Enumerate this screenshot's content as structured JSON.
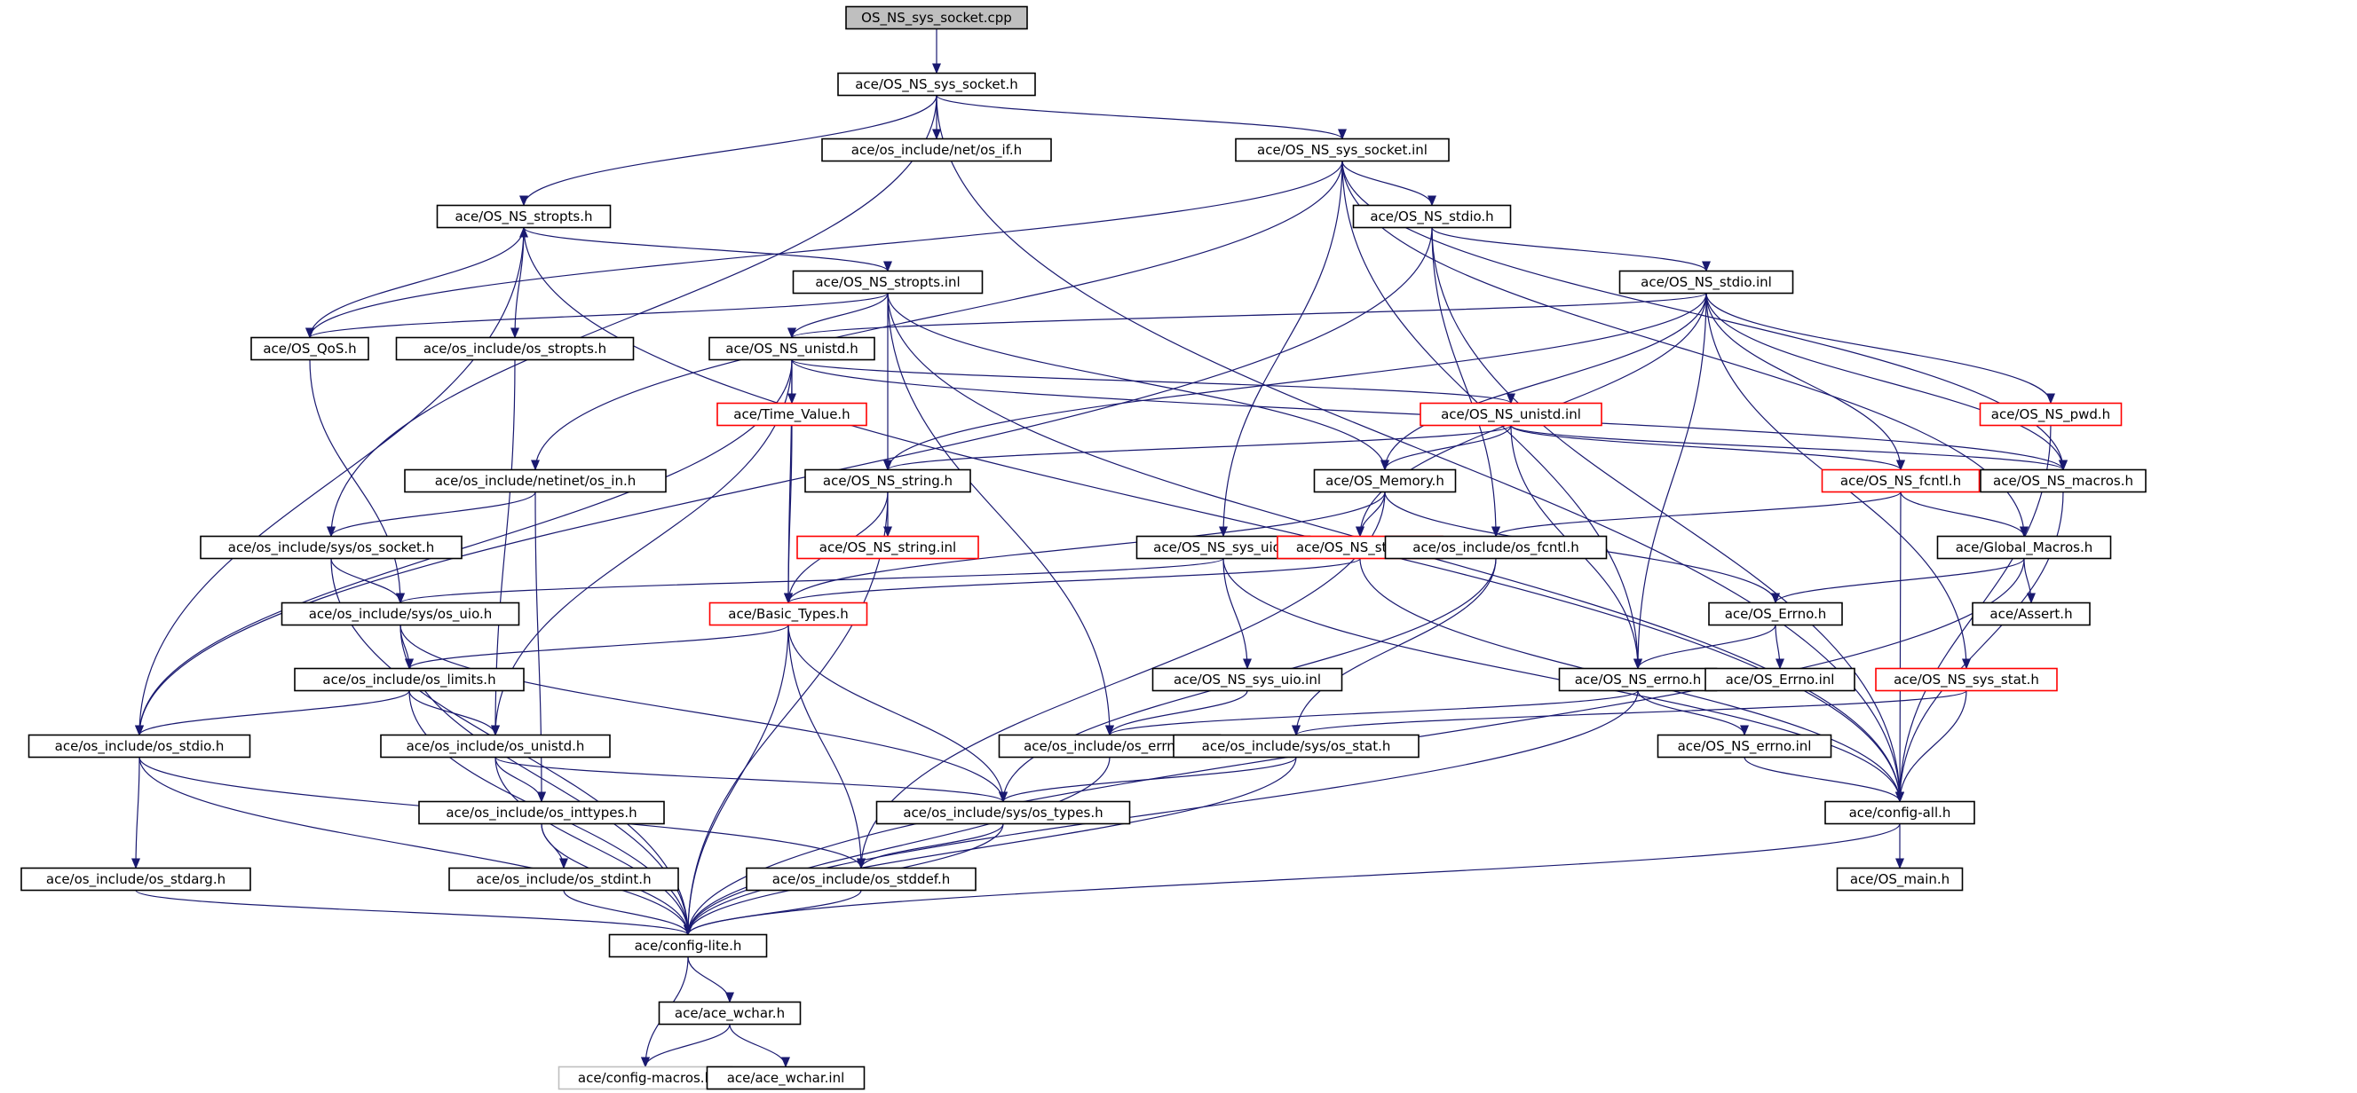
{
  "colors": {
    "edge": "#191970",
    "border_default": "#000000",
    "border_red": "#ff0000",
    "border_gray": "#bfbfbf",
    "root_fill": "#bfbfbf",
    "fill": "#ffffff"
  },
  "nodes": [
    {
      "id": "n0",
      "label": "OS_NS_sys_socket.cpp",
      "style": "root"
    },
    {
      "id": "n1",
      "label": "ace/OS_NS_sys_socket.h",
      "style": "default"
    },
    {
      "id": "n2",
      "label": "ace/os_include/net/os_if.h",
      "style": "default"
    },
    {
      "id": "n3",
      "label": "ace/OS_NS_sys_socket.inl",
      "style": "default"
    },
    {
      "id": "n4",
      "label": "ace/OS_NS_stropts.h",
      "style": "default"
    },
    {
      "id": "n5",
      "label": "ace/OS_NS_stdio.h",
      "style": "default"
    },
    {
      "id": "n6",
      "label": "ace/OS_NS_stropts.inl",
      "style": "default"
    },
    {
      "id": "n7",
      "label": "ace/OS_NS_stdio.inl",
      "style": "default"
    },
    {
      "id": "n8",
      "label": "ace/OS_QoS.h",
      "style": "default"
    },
    {
      "id": "n9",
      "label": "ace/os_include/os_stropts.h",
      "style": "default"
    },
    {
      "id": "n10",
      "label": "ace/OS_NS_unistd.h",
      "style": "default"
    },
    {
      "id": "n11",
      "label": "ace/Time_Value.h",
      "style": "red"
    },
    {
      "id": "n12",
      "label": "ace/OS_NS_unistd.inl",
      "style": "red"
    },
    {
      "id": "n13",
      "label": "ace/OS_NS_pwd.h",
      "style": "red"
    },
    {
      "id": "n14",
      "label": "ace/os_include/netinet/os_in.h",
      "style": "default"
    },
    {
      "id": "n15",
      "label": "ace/OS_NS_string.h",
      "style": "default"
    },
    {
      "id": "n16",
      "label": "ace/OS_Memory.h",
      "style": "default"
    },
    {
      "id": "n17",
      "label": "ace/OS_NS_fcntl.h",
      "style": "red"
    },
    {
      "id": "n18",
      "label": "ace/OS_NS_macros.h",
      "style": "default"
    },
    {
      "id": "n19",
      "label": "ace/os_include/sys/os_socket.h",
      "style": "default"
    },
    {
      "id": "n20",
      "label": "ace/OS_NS_string.inl",
      "style": "red"
    },
    {
      "id": "n21",
      "label": "ace/OS_NS_sys_uio.h",
      "style": "default"
    },
    {
      "id": "n22",
      "label": "ace/OS_NS_stdlib.h",
      "style": "red"
    },
    {
      "id": "n23",
      "label": "ace/os_include/os_fcntl.h",
      "style": "default"
    },
    {
      "id": "n24",
      "label": "ace/Global_Macros.h",
      "style": "default"
    },
    {
      "id": "n25",
      "label": "ace/os_include/sys/os_uio.h",
      "style": "default"
    },
    {
      "id": "n26",
      "label": "ace/Basic_Types.h",
      "style": "red"
    },
    {
      "id": "n27",
      "label": "ace/OS_Errno.h",
      "style": "default"
    },
    {
      "id": "n28",
      "label": "ace/Assert.h",
      "style": "default"
    },
    {
      "id": "n29",
      "label": "ace/os_include/os_limits.h",
      "style": "default"
    },
    {
      "id": "n30",
      "label": "ace/OS_NS_sys_uio.inl",
      "style": "default"
    },
    {
      "id": "n31",
      "label": "ace/OS_NS_errno.h",
      "style": "default"
    },
    {
      "id": "n32",
      "label": "ace/OS_Errno.inl",
      "style": "default"
    },
    {
      "id": "n33",
      "label": "ace/OS_NS_sys_stat.h",
      "style": "red"
    },
    {
      "id": "n34",
      "label": "ace/os_include/os_stdio.h",
      "style": "default"
    },
    {
      "id": "n35",
      "label": "ace/os_include/os_unistd.h",
      "style": "default"
    },
    {
      "id": "n36",
      "label": "ace/os_include/os_errno.h",
      "style": "default"
    },
    {
      "id": "n37",
      "label": "ace/os_include/sys/os_stat.h",
      "style": "default"
    },
    {
      "id": "n38",
      "label": "ace/OS_NS_errno.inl",
      "style": "default"
    },
    {
      "id": "n39",
      "label": "ace/os_include/os_inttypes.h",
      "style": "default"
    },
    {
      "id": "n40",
      "label": "ace/os_include/sys/os_types.h",
      "style": "default"
    },
    {
      "id": "n41",
      "label": "ace/config-all.h",
      "style": "default"
    },
    {
      "id": "n42",
      "label": "ace/os_include/os_stdarg.h",
      "style": "default"
    },
    {
      "id": "n43",
      "label": "ace/os_include/os_stdint.h",
      "style": "default"
    },
    {
      "id": "n44",
      "label": "ace/os_include/os_stddef.h",
      "style": "default"
    },
    {
      "id": "n45",
      "label": "ace/OS_main.h",
      "style": "default"
    },
    {
      "id": "n46",
      "label": "ace/config-lite.h",
      "style": "default"
    },
    {
      "id": "n47",
      "label": "ace/ace_wchar.h",
      "style": "default"
    },
    {
      "id": "n48",
      "label": "ace/config-macros.h",
      "style": "gray"
    },
    {
      "id": "n49",
      "label": "ace/ace_wchar.inl",
      "style": "default"
    }
  ],
  "edges": [
    [
      "n0",
      "n1"
    ],
    [
      "n1",
      "n2"
    ],
    [
      "n1",
      "n3"
    ],
    [
      "n1",
      "n4"
    ],
    [
      "n1",
      "n19"
    ],
    [
      "n1",
      "n41"
    ],
    [
      "n3",
      "n5"
    ],
    [
      "n3",
      "n8"
    ],
    [
      "n3",
      "n14"
    ],
    [
      "n3",
      "n21"
    ],
    [
      "n3",
      "n18"
    ],
    [
      "n3",
      "n31"
    ],
    [
      "n3",
      "n24"
    ],
    [
      "n4",
      "n6"
    ],
    [
      "n4",
      "n9"
    ],
    [
      "n4",
      "n34"
    ],
    [
      "n4",
      "n41"
    ],
    [
      "n5",
      "n7"
    ],
    [
      "n5",
      "n34"
    ],
    [
      "n5",
      "n23"
    ],
    [
      "n5",
      "n41"
    ],
    [
      "n6",
      "n10"
    ],
    [
      "n6",
      "n15"
    ],
    [
      "n6",
      "n16"
    ],
    [
      "n6",
      "n36"
    ],
    [
      "n6",
      "n8"
    ],
    [
      "n6",
      "n41"
    ],
    [
      "n7",
      "n10"
    ],
    [
      "n7",
      "n15"
    ],
    [
      "n7",
      "n16"
    ],
    [
      "n7",
      "n17"
    ],
    [
      "n7",
      "n18"
    ],
    [
      "n7",
      "n13"
    ],
    [
      "n7",
      "n22"
    ],
    [
      "n7",
      "n31"
    ],
    [
      "n7",
      "n33"
    ],
    [
      "n8",
      "n4"
    ],
    [
      "n8",
      "n25"
    ],
    [
      "n9",
      "n35"
    ],
    [
      "n10",
      "n11"
    ],
    [
      "n10",
      "n12"
    ],
    [
      "n10",
      "n26"
    ],
    [
      "n10",
      "n34"
    ],
    [
      "n10",
      "n35"
    ],
    [
      "n10",
      "n18"
    ],
    [
      "n11",
      "n26"
    ],
    [
      "n12",
      "n15"
    ],
    [
      "n12",
      "n16"
    ],
    [
      "n12",
      "n17"
    ],
    [
      "n12",
      "n18"
    ],
    [
      "n12",
      "n31"
    ],
    [
      "n13",
      "n41"
    ],
    [
      "n14",
      "n19"
    ],
    [
      "n14",
      "n39"
    ],
    [
      "n15",
      "n20"
    ],
    [
      "n15",
      "n26"
    ],
    [
      "n15",
      "n46"
    ],
    [
      "n16",
      "n22"
    ],
    [
      "n16",
      "n26"
    ],
    [
      "n16",
      "n27"
    ],
    [
      "n16",
      "n44"
    ],
    [
      "n17",
      "n23"
    ],
    [
      "n17",
      "n24"
    ],
    [
      "n17",
      "n41"
    ],
    [
      "n18",
      "n41"
    ],
    [
      "n19",
      "n25"
    ],
    [
      "n19",
      "n46"
    ],
    [
      "n21",
      "n25"
    ],
    [
      "n21",
      "n30"
    ],
    [
      "n21",
      "n41"
    ],
    [
      "n22",
      "n26"
    ],
    [
      "n22",
      "n41"
    ],
    [
      "n23",
      "n37"
    ],
    [
      "n23",
      "n40"
    ],
    [
      "n24",
      "n27"
    ],
    [
      "n24",
      "n28"
    ],
    [
      "n24",
      "n46"
    ],
    [
      "n25",
      "n29"
    ],
    [
      "n25",
      "n40"
    ],
    [
      "n25",
      "n46"
    ],
    [
      "n26",
      "n29"
    ],
    [
      "n26",
      "n40"
    ],
    [
      "n26",
      "n44"
    ],
    [
      "n26",
      "n46"
    ],
    [
      "n27",
      "n31"
    ],
    [
      "n27",
      "n32"
    ],
    [
      "n29",
      "n34"
    ],
    [
      "n29",
      "n35"
    ],
    [
      "n29",
      "n46"
    ],
    [
      "n30",
      "n36"
    ],
    [
      "n31",
      "n36"
    ],
    [
      "n31",
      "n38"
    ],
    [
      "n31",
      "n46"
    ],
    [
      "n33",
      "n37"
    ],
    [
      "n33",
      "n41"
    ],
    [
      "n34",
      "n42"
    ],
    [
      "n34",
      "n44"
    ],
    [
      "n34",
      "n46"
    ],
    [
      "n35",
      "n39"
    ],
    [
      "n35",
      "n40"
    ],
    [
      "n35",
      "n46"
    ],
    [
      "n36",
      "n46"
    ],
    [
      "n37",
      "n40"
    ],
    [
      "n37",
      "n46"
    ],
    [
      "n38",
      "n41"
    ],
    [
      "n39",
      "n43"
    ],
    [
      "n39",
      "n46"
    ],
    [
      "n40",
      "n44"
    ],
    [
      "n40",
      "n46"
    ],
    [
      "n41",
      "n45"
    ],
    [
      "n41",
      "n46"
    ],
    [
      "n42",
      "n46"
    ],
    [
      "n43",
      "n46"
    ],
    [
      "n44",
      "n46"
    ],
    [
      "n46",
      "n47"
    ],
    [
      "n46",
      "n48"
    ],
    [
      "n47",
      "n48"
    ],
    [
      "n47",
      "n49"
    ]
  ]
}
